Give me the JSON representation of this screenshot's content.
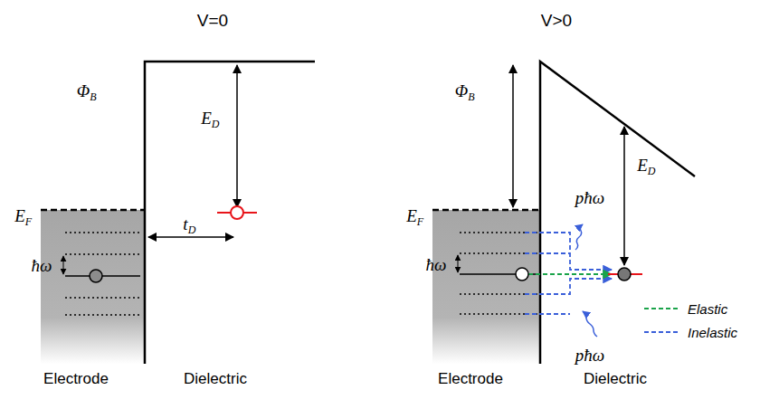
{
  "diagram": {
    "labels": [
      "V=0",
      "V>0",
      "Φ",
      "B",
      "E",
      "D",
      "E",
      "F",
      "ħω",
      "t",
      "D",
      "Electrode",
      "Dielectric",
      "Φ",
      "B",
      "E",
      "F",
      "ħω",
      "pħω",
      "pħω",
      "E",
      "D",
      "Electrode",
      "Dielectric"
    ],
    "legend": [
      {
        "text": "Elastic"
      },
      {
        "text": "Inelastic"
      }
    ]
  }
}
